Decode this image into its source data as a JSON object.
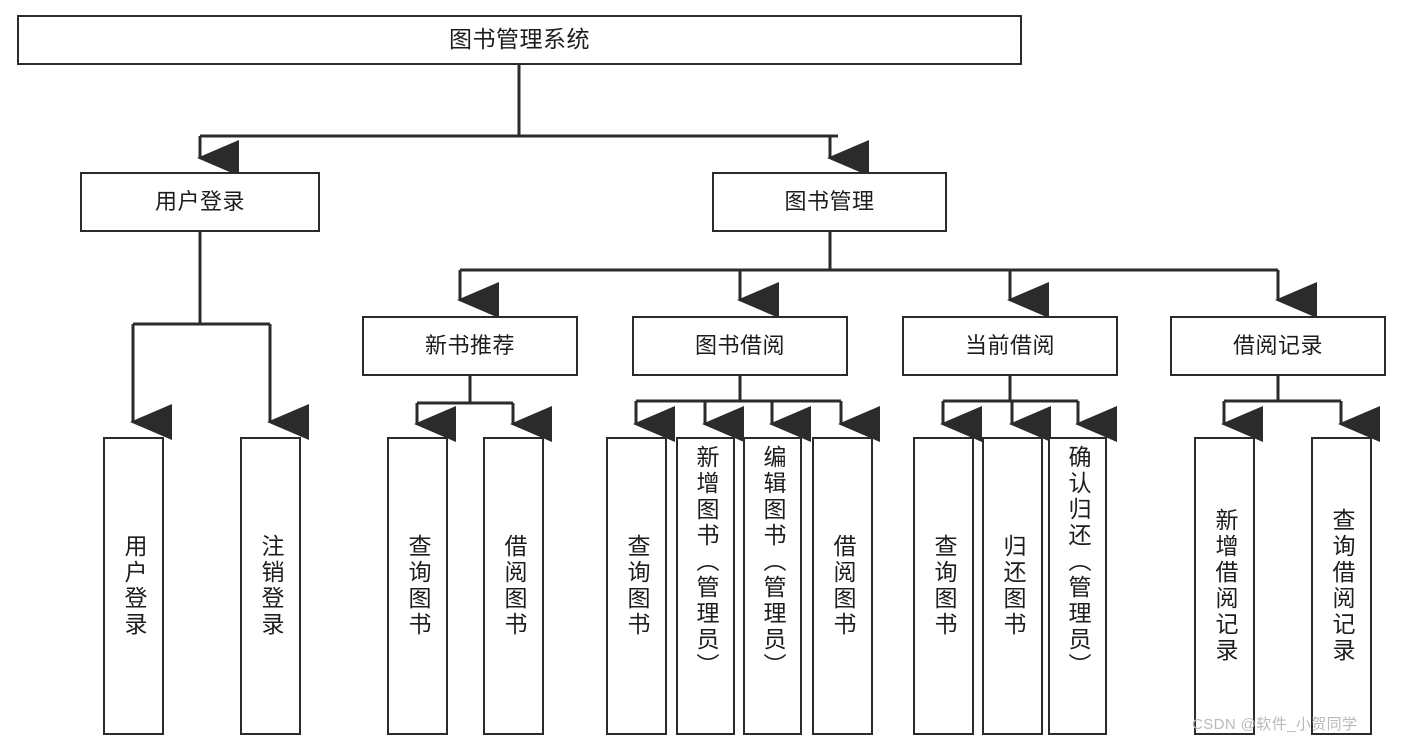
{
  "diagram": {
    "title": "图书管理系统",
    "root": {
      "label": "图书管理系统"
    },
    "level2": [
      {
        "label": "用户登录"
      },
      {
        "label": "图书管理"
      }
    ],
    "level3": [
      {
        "label": "新书推荐"
      },
      {
        "label": "图书借阅"
      },
      {
        "label": "当前借阅"
      },
      {
        "label": "借阅记录"
      }
    ],
    "leaves": {
      "user_login": [
        {
          "label": "用户登录"
        },
        {
          "label": "注销登录"
        }
      ],
      "new_book_recommend": [
        {
          "label": "查询图书"
        },
        {
          "label": "借阅图书"
        }
      ],
      "book_borrow": [
        {
          "label": "查询图书"
        },
        {
          "label": "新增图书（管理员）"
        },
        {
          "label": "编辑图书（管理员）"
        },
        {
          "label": "借阅图书"
        }
      ],
      "current_borrow": [
        {
          "label": "查询图书"
        },
        {
          "label": "归还图书"
        },
        {
          "label": "确认归还（管理员）"
        }
      ],
      "borrow_record": [
        {
          "label": "新增借阅记录"
        },
        {
          "label": "查询借阅记录"
        }
      ]
    }
  },
  "watermark": {
    "text": "CSDN @软件_小贺同学"
  },
  "colors": {
    "stroke": "#2b2b2b",
    "text": "#1d1d1d",
    "background": "#ffffff",
    "watermark": "#b9b9b9"
  }
}
